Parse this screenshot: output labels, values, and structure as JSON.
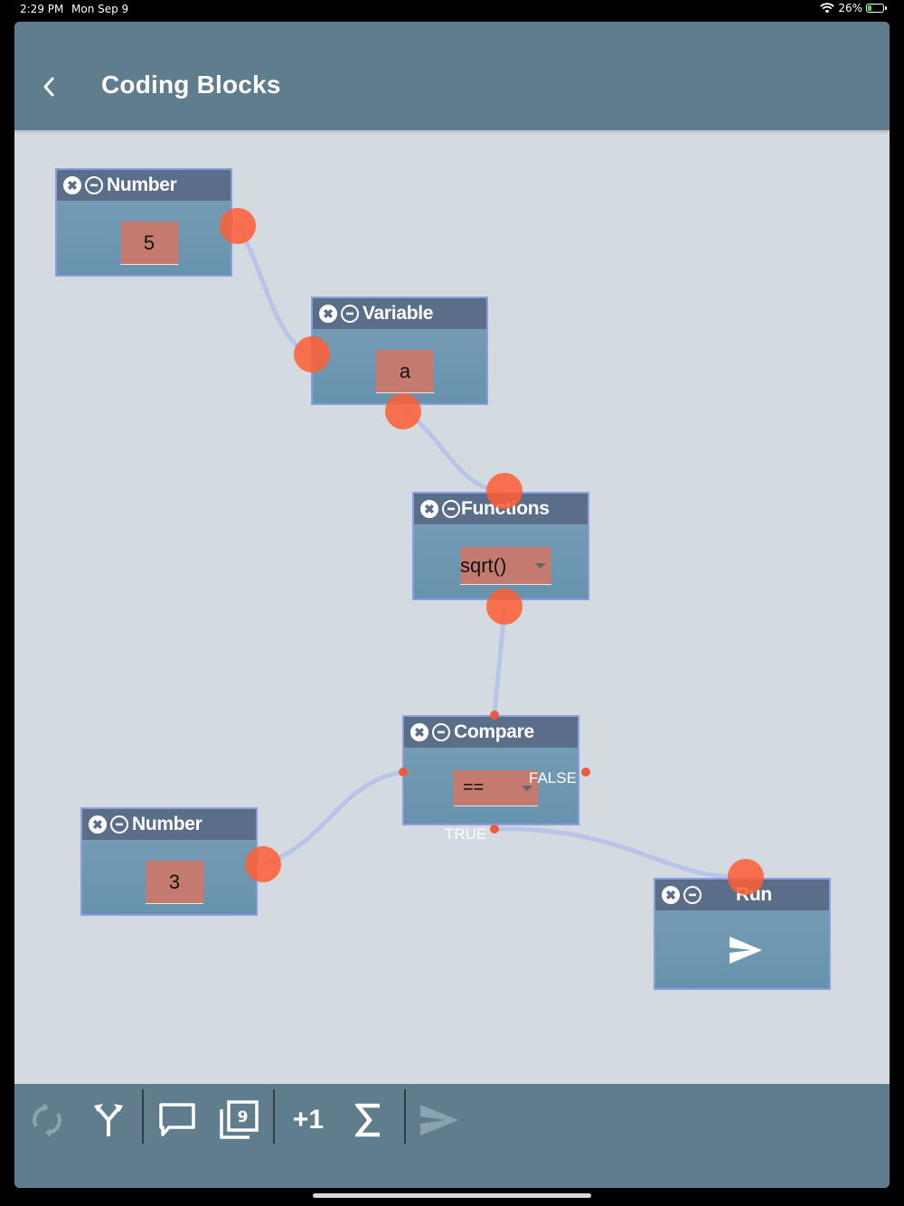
{
  "status_bar": {
    "time": "2:29 PM",
    "date": "Mon Sep 9",
    "battery": "26%"
  },
  "header": {
    "title": "Coding Blocks"
  },
  "nodes": {
    "number1": {
      "title": "Number",
      "value": "5"
    },
    "variable": {
      "title": "Variable",
      "value": "a"
    },
    "functions": {
      "title": "Functions",
      "value": "sqrt()"
    },
    "compare": {
      "title": "Compare",
      "value": "==",
      "false_label": "FALSE",
      "true_label": "TRUE"
    },
    "number2": {
      "title": "Number",
      "value": "3"
    },
    "run": {
      "title": "Run"
    }
  },
  "toolbar": {
    "tools": [
      "refresh-icon",
      "branch-icon",
      "comment-icon",
      "gallery-icon",
      "increment",
      "sum-icon",
      "send-icon"
    ],
    "increment_label": "+1"
  },
  "colors": {
    "header": "#5f7d8c",
    "canvas": "#d3dbe1",
    "node_header": "#5a6e8a",
    "field": "#c47a6e",
    "port": "#ff5d34"
  }
}
